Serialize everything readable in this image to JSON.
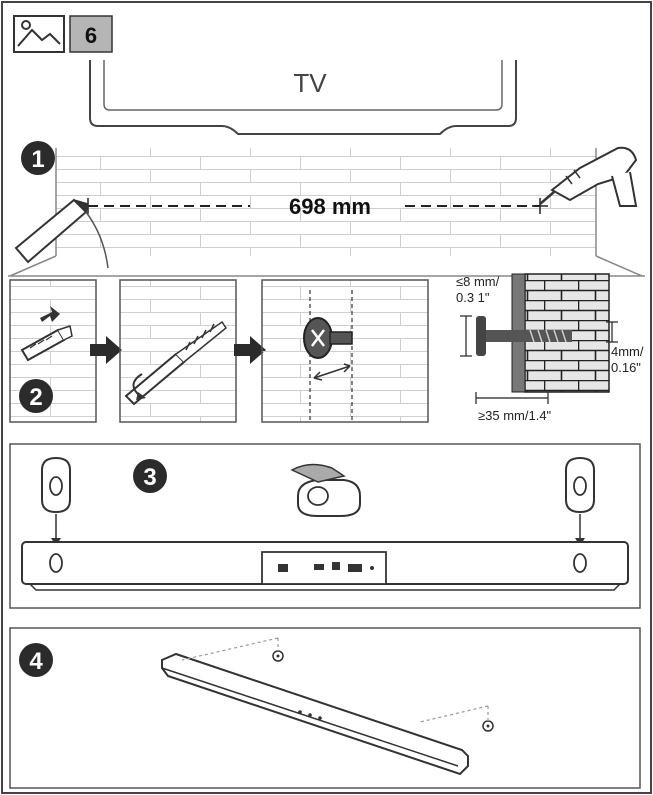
{
  "header": {
    "image_icon": "image-icon",
    "page_number": "6"
  },
  "tv": {
    "label": "TV"
  },
  "steps": {
    "step1": {
      "badge": "1",
      "distance": "698 mm"
    },
    "step2": {
      "badge": "2"
    },
    "step3": {
      "badge": "3"
    },
    "step4": {
      "badge": "4"
    }
  },
  "dimensions": {
    "screw_head_line1": "≤8 mm/",
    "screw_head_line2": "0.3 1\"",
    "gap_line1": "4mm/",
    "gap_line2": "0.16\"",
    "screw_length": "≥35 mm/1.4\""
  },
  "colors": {
    "ink": "#222222",
    "frame": "#555555",
    "badge": "#2b2b2b",
    "brick_fill": "#e6e6e6"
  }
}
